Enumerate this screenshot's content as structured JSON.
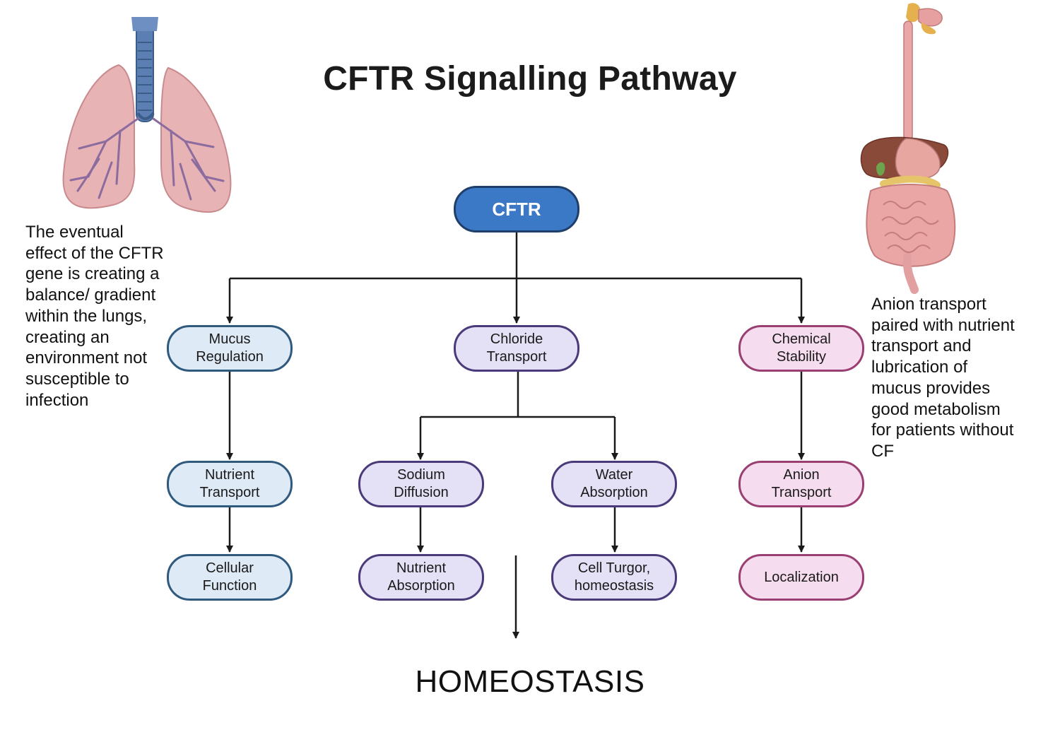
{
  "title": "CFTR Signalling Pathway",
  "left_note": "The eventual\neffect of the CFTR\ngene is creating a\nbalance/ gradient\nwithin the lungs,\ncreating an\nenvironment not\nsusceptible to\ninfection",
  "right_note": "Anion transport\npaired with nutrient\ntransport and\nlubrication of\nmucus provides\ngood metabolism\nfor patients without\nCF",
  "nodes": {
    "root": "CFTR",
    "mucus_regulation": "Mucus\nRegulation",
    "chloride_transport": "Chloride\nTransport",
    "chemical_stability": "Chemical\nStability",
    "nutrient_transport": "Nutrient\nTransport",
    "sodium_diffusion": "Sodium\nDiffusion",
    "water_absorption": "Water\nAbsorption",
    "anion_transport": "Anion\nTransport",
    "cellular_function": "Cellular\nFunction",
    "nutrient_absorption": "Nutrient\nAbsorption",
    "cell_turgor": "Cell Turgor,\nhomeostasis",
    "localization": "Localization"
  },
  "outcome": "HOMEOSTASIS",
  "colors": {
    "root_fill": "#3b78c6",
    "blue_fill": "#dfeaf7",
    "purple_fill": "#e4e0f6",
    "pink_fill": "#f6dcef",
    "arrow": "#1a1a1a"
  },
  "icons": {
    "left_illustration": "lungs-icon",
    "right_illustration": "digestive-system-icon"
  }
}
